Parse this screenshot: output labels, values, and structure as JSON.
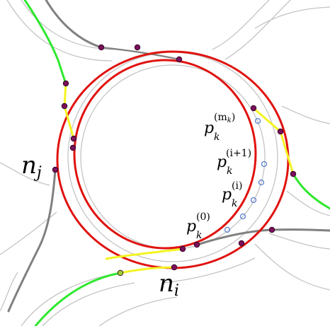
{
  "labels": {
    "n_j": {
      "base": "n",
      "sub": "j"
    },
    "n_i": {
      "base": "n",
      "sub": "i"
    },
    "p_mk": {
      "base": "p",
      "sub": "k",
      "sup": "(m",
      "sup_sub": "k",
      "sup_close": ")"
    },
    "p_i1": {
      "base": "p",
      "sub": "k",
      "sup": "(i+1)"
    },
    "p_i": {
      "base": "p",
      "sub": "k",
      "sup": "(i)"
    },
    "p_0": {
      "base": "p",
      "sub": "k",
      "sup": "(0)"
    }
  },
  "colors": {
    "road": "#bdbdbd",
    "ring": "#e0120f",
    "lane_green": "#2fe82f",
    "lane_gray": "#808080",
    "connector_yellow": "#f4f423",
    "node_fill": "#7a0f5a",
    "sample_point": "#5a7fd0"
  }
}
